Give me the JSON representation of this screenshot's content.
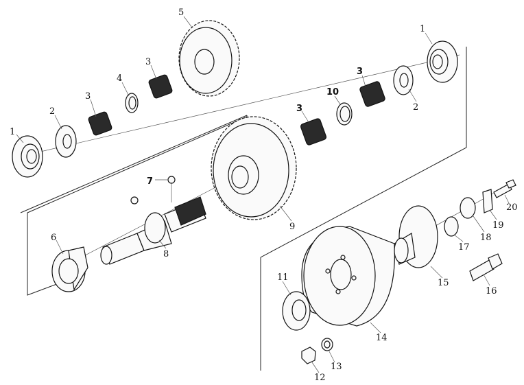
{
  "callouts": [
    {
      "id": "c1a",
      "label": "1",
      "bold": false
    },
    {
      "id": "c2a",
      "label": "2",
      "bold": false
    },
    {
      "id": "c3a",
      "label": "3",
      "bold": false
    },
    {
      "id": "c4",
      "label": "4",
      "bold": false
    },
    {
      "id": "c3b",
      "label": "3",
      "bold": false
    },
    {
      "id": "c5",
      "label": "5",
      "bold": false
    },
    {
      "id": "c1b",
      "label": "1",
      "bold": false
    },
    {
      "id": "c2b",
      "label": "2",
      "bold": false
    },
    {
      "id": "c3c",
      "label": "3",
      "bold": true
    },
    {
      "id": "c10",
      "label": "10",
      "bold": true
    },
    {
      "id": "c3d",
      "label": "3",
      "bold": true
    },
    {
      "id": "c7",
      "label": "7",
      "bold": true
    },
    {
      "id": "c6",
      "label": "6",
      "bold": false
    },
    {
      "id": "c8",
      "label": "8",
      "bold": false
    },
    {
      "id": "c9",
      "label": "9",
      "bold": false
    },
    {
      "id": "c20",
      "label": "20",
      "bold": false
    },
    {
      "id": "c19",
      "label": "19",
      "bold": false
    },
    {
      "id": "c18",
      "label": "18",
      "bold": false
    },
    {
      "id": "c17",
      "label": "17",
      "bold": false
    },
    {
      "id": "c15",
      "label": "15",
      "bold": false
    },
    {
      "id": "c16",
      "label": "16",
      "bold": false
    },
    {
      "id": "c11",
      "label": "11",
      "bold": false
    },
    {
      "id": "c14",
      "label": "14",
      "bold": false
    },
    {
      "id": "c13",
      "label": "13",
      "bold": false
    },
    {
      "id": "c12",
      "label": "12",
      "bold": false
    }
  ]
}
